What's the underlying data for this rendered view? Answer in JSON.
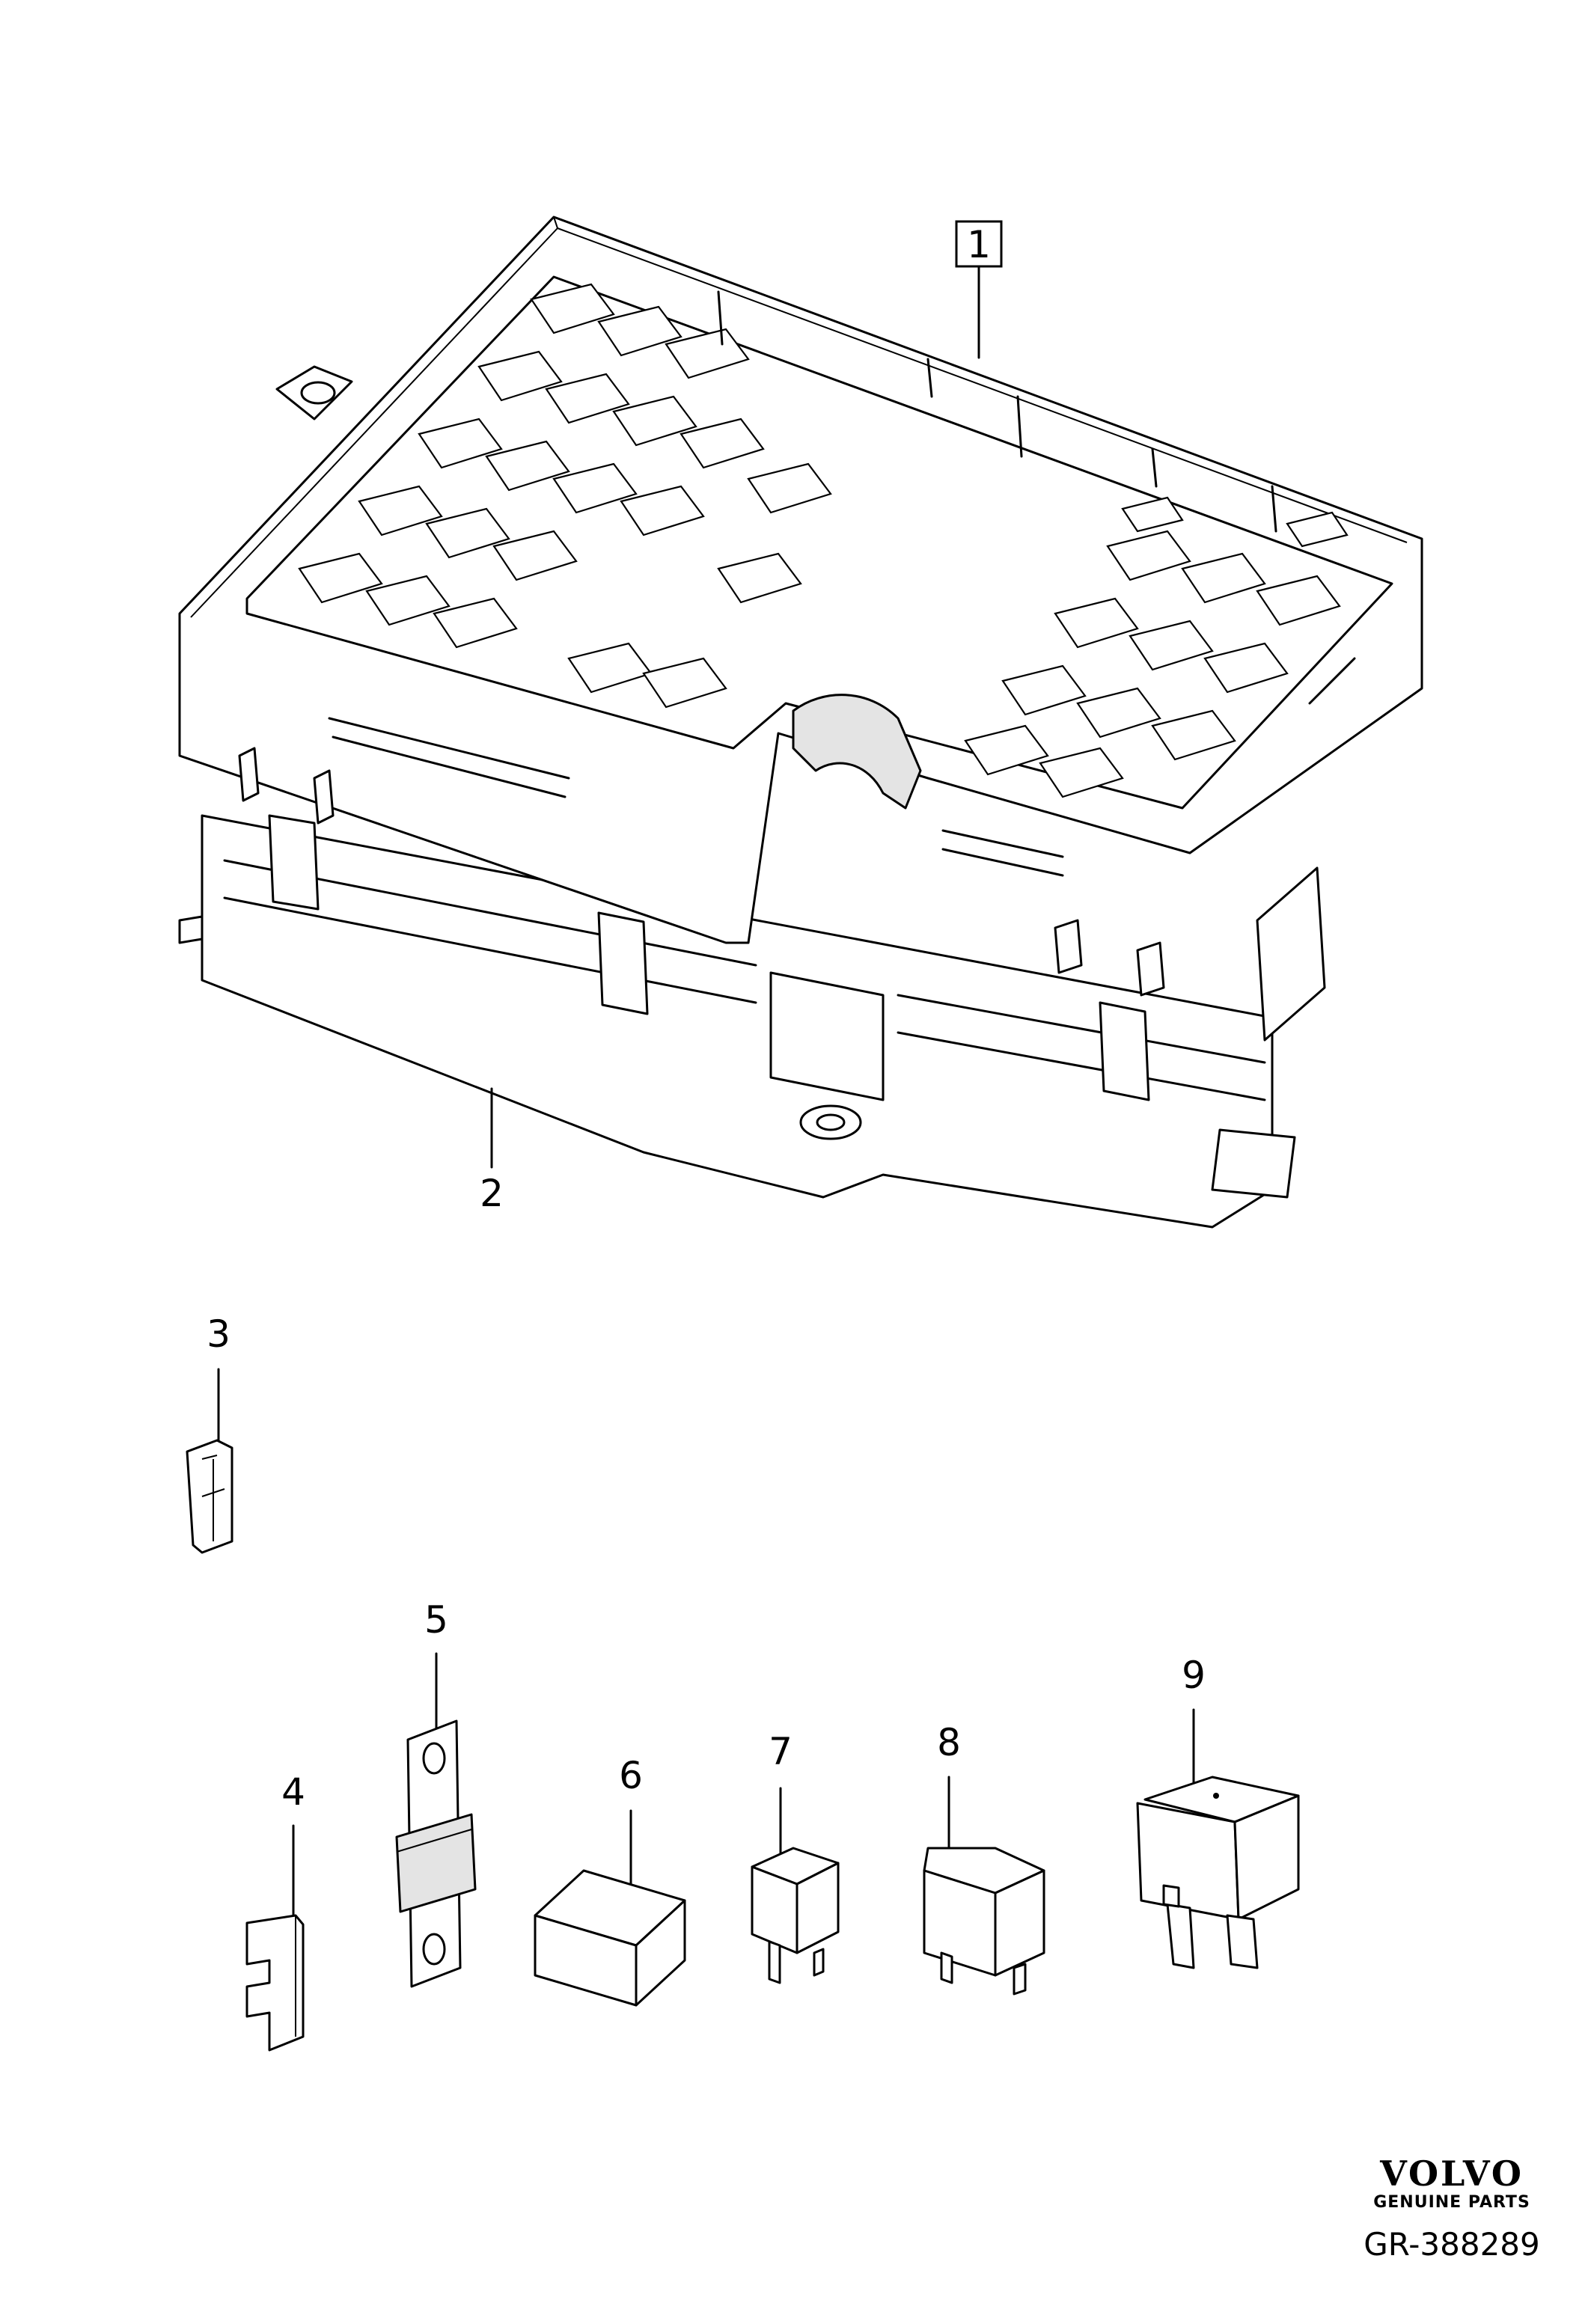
{
  "callouts": [
    {
      "id": "1",
      "label": "1",
      "boxed": true
    },
    {
      "id": "2",
      "label": "2"
    },
    {
      "id": "3",
      "label": "3"
    },
    {
      "id": "4",
      "label": "4"
    },
    {
      "id": "5",
      "label": "5"
    },
    {
      "id": "6",
      "label": "6"
    },
    {
      "id": "7",
      "label": "7"
    },
    {
      "id": "8",
      "label": "8"
    },
    {
      "id": "9",
      "label": "9"
    }
  ],
  "brand": {
    "logo": "VOLVO",
    "subtitle": "GENUINE PARTS"
  },
  "document_number": "GR-388289"
}
